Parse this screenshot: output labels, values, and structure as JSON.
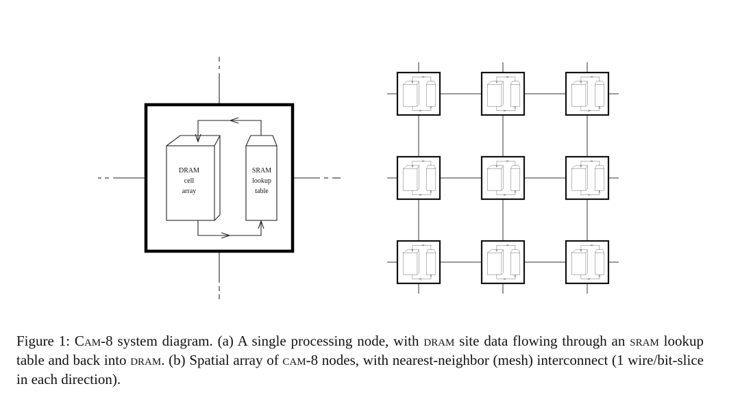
{
  "figure": {
    "panel_a": {
      "description": "single processing node",
      "dram_label": [
        "DRAM",
        "cell",
        "array"
      ],
      "sram_label": [
        "SRAM",
        "lookup",
        "table"
      ]
    },
    "panel_b": {
      "description": "spatial array of nodes",
      "rows": 3,
      "cols": 3
    }
  },
  "caption": {
    "label": "Figure 1:",
    "segments": [
      {
        "text": "Figure 1: ",
        "sc": false
      },
      {
        "text": "C",
        "sc": false
      },
      {
        "text": "am",
        "sc": true
      },
      {
        "text": "-8 system diagram. (a) A single processing node, with ",
        "sc": false
      },
      {
        "text": "dram",
        "sc": true
      },
      {
        "text": " site data flowing through an ",
        "sc": false
      },
      {
        "text": "sram",
        "sc": true
      },
      {
        "text": " lookup table and back into ",
        "sc": false
      },
      {
        "text": "dram",
        "sc": true
      },
      {
        "text": ". (b) Spatial array of ",
        "sc": false
      },
      {
        "text": "cam",
        "sc": true
      },
      {
        "text": "-8 nodes, with nearest-neighbor (mesh) interconnect (1 wire/bit-slice in each direction).",
        "sc": false
      }
    ]
  }
}
